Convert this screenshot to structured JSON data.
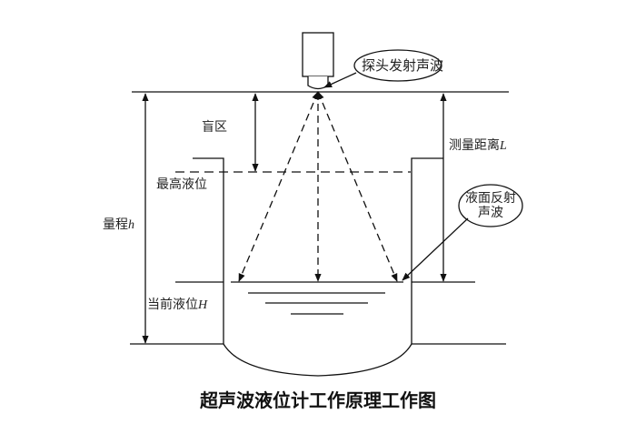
{
  "labels": {
    "probe_callout": "探头发射声波",
    "blind_zone": "盲区",
    "measure_distance": "测量距离",
    "measure_distance_var": "L",
    "max_level": "最高液位",
    "range": "量程",
    "range_var": "h",
    "reflect_callout_line1": "液面反射",
    "reflect_callout_line2": "声波",
    "current_level": "当前液位",
    "current_level_var": "H"
  },
  "title": "超声波液位计工作原理工作图"
}
